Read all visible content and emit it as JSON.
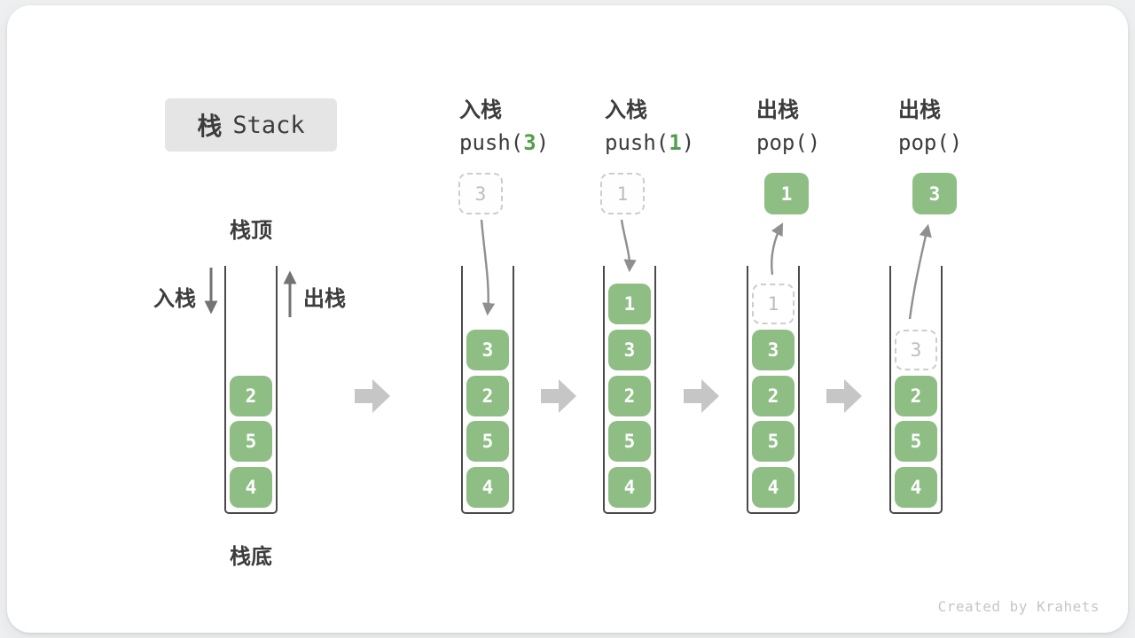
{
  "title": {
    "cn": "栈",
    "en": "Stack"
  },
  "first_column": {
    "top_label": "栈顶",
    "bottom_label": "栈底",
    "push_label": "入栈",
    "pop_label": "出栈",
    "blocks": [
      "2",
      "5",
      "4"
    ]
  },
  "steps": [
    {
      "action": "入栈",
      "call_prefix": "push(",
      "call_arg": "3",
      "call_suffix": ")",
      "incoming_value": "3",
      "blocks": [
        "3",
        "2",
        "5",
        "4"
      ]
    },
    {
      "action": "入栈",
      "call_prefix": "push(",
      "call_arg": "1",
      "call_suffix": ")",
      "incoming_value": "1",
      "blocks": [
        "1",
        "3",
        "2",
        "5",
        "4"
      ]
    },
    {
      "action": "出栈",
      "call_prefix": "pop(",
      "call_arg": "",
      "call_suffix": ")",
      "popped_value": "1",
      "ghost_value": "1",
      "blocks": [
        "3",
        "2",
        "5",
        "4"
      ]
    },
    {
      "action": "出栈",
      "call_prefix": "pop(",
      "call_arg": "",
      "call_suffix": ")",
      "popped_value": "3",
      "ghost_value": "3",
      "blocks": [
        "2",
        "5",
        "4"
      ]
    }
  ],
  "watermark": "Created by Krahets",
  "colors": {
    "block_green": "#8FBE85",
    "call_arg_green": "#4FA04A",
    "ghost_text": "#BDBDBD",
    "dashed_border": "#CDCDCD",
    "container_border": "#4A4A4A",
    "flow_arrow_gray": "#8F8F8F",
    "step_arrow_gray": "#C6C6C6",
    "text_dark": "#3C3C3C",
    "title_bg": "#E5E5E5"
  }
}
